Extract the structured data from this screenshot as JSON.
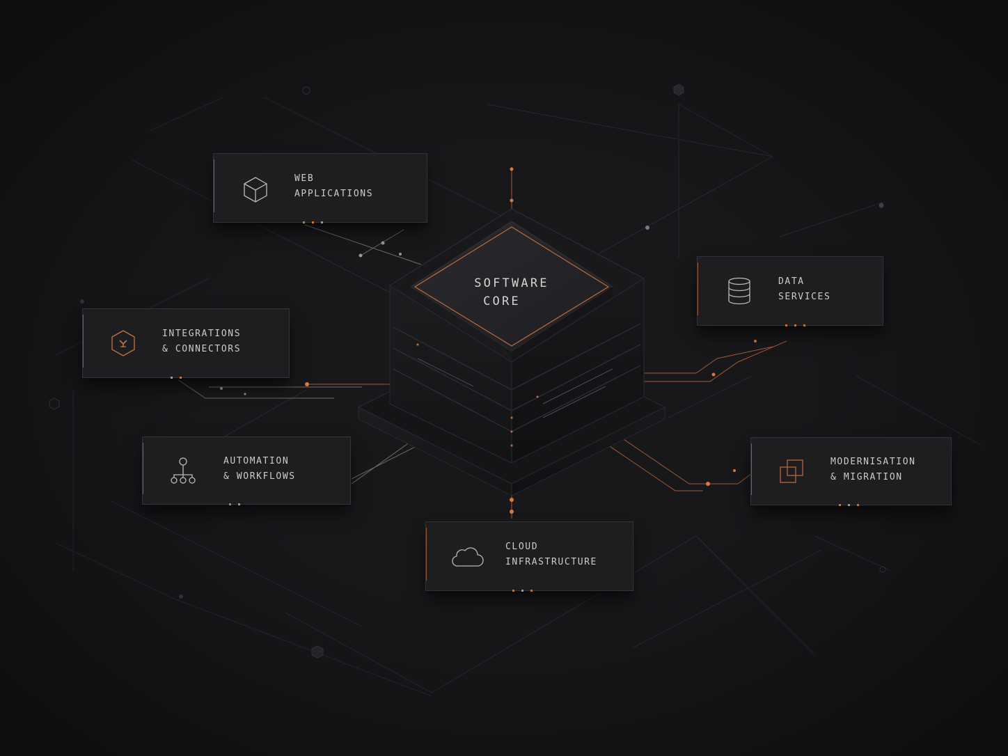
{
  "core": {
    "line1": "SOFTWARE",
    "line2": "CORE"
  },
  "services": [
    {
      "line1": "WEB",
      "line2": "APPLICATIONS",
      "icon": "cube-icon"
    },
    {
      "line1": "DATA",
      "line2": "SERVICES",
      "icon": "database-icon"
    },
    {
      "line1": "INTEGRATIONS",
      "line2": "& CONNECTORS",
      "icon": "hexagon-connector-icon"
    },
    {
      "line1": "AUTOMATION",
      "line2": "& WORKFLOWS",
      "icon": "workflow-tree-icon"
    },
    {
      "line1": "MODERNISATION",
      "line2": "& MIGRATION",
      "icon": "overlapping-squares-icon"
    },
    {
      "line1": "CLOUD",
      "line2": "INFRASTRUCTURE",
      "icon": "cloud-icon"
    }
  ],
  "colors": {
    "background": "#18181b",
    "card": "#1e1e21",
    "accent": "#c9703f",
    "text": "#cfcbc6",
    "line": "#3a3a40"
  }
}
